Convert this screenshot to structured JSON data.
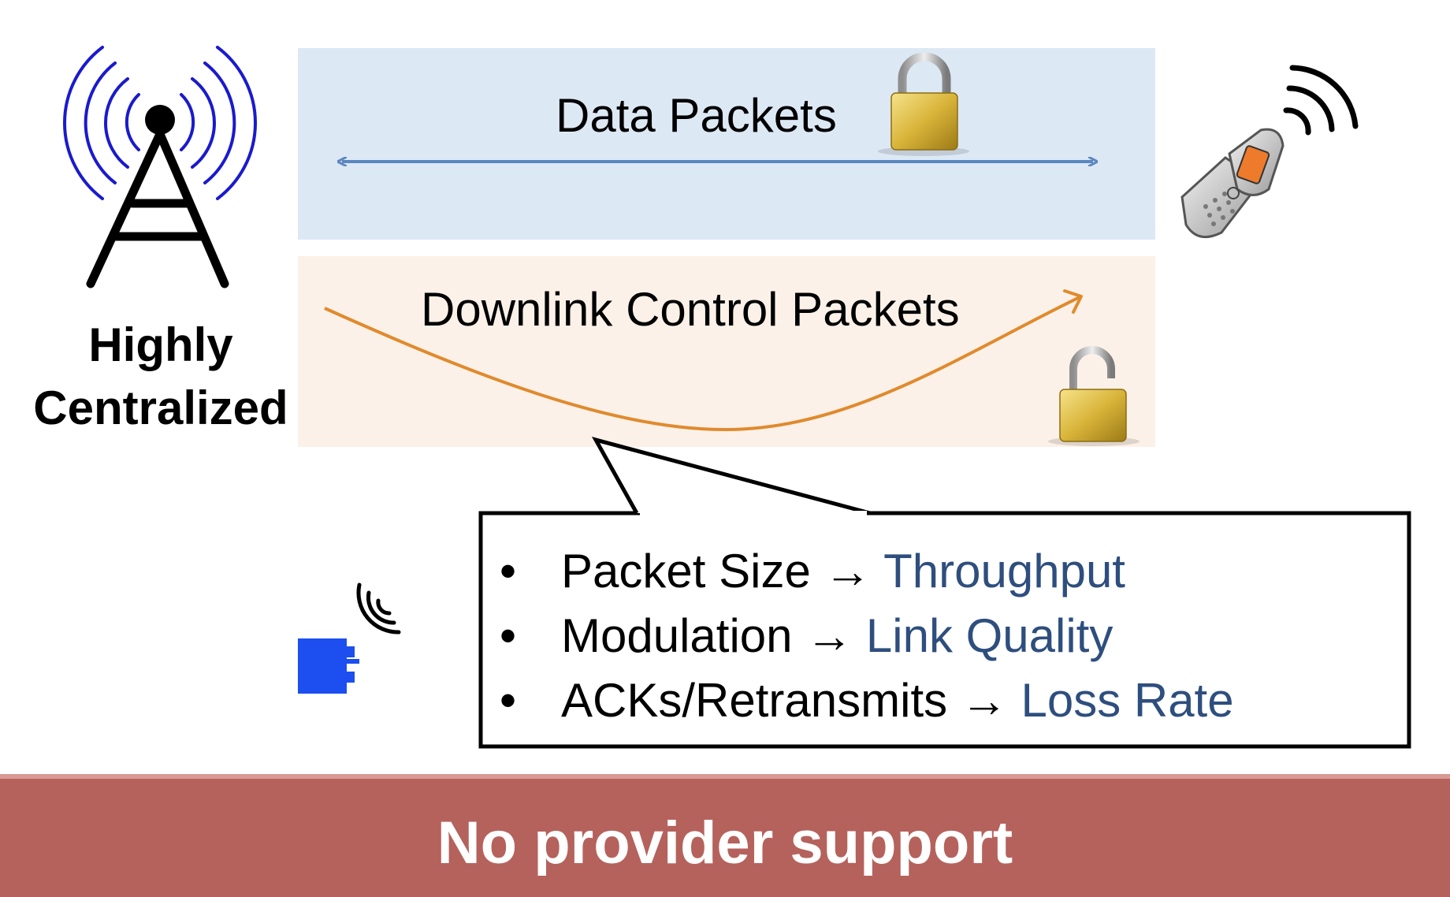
{
  "tower": {
    "label_line1": "Highly",
    "label_line2": "Centralized"
  },
  "data_band": {
    "title": "Data Packets",
    "lock_state": "locked"
  },
  "control_band": {
    "title": "Downlink Control Packets",
    "lock_state": "unlocked"
  },
  "callout": {
    "items": [
      {
        "bullet": "•",
        "feature": "Packet Size",
        "arrow": "→",
        "result": "Throughput"
      },
      {
        "bullet": "•",
        "feature": "Modulation",
        "arrow": "→",
        "result": "Link Quality"
      },
      {
        "bullet": "•",
        "feature": "ACKs/Retransmits",
        "arrow": "→",
        "result": "Loss Rate"
      }
    ]
  },
  "footer": {
    "text": "No provider support"
  },
  "colors": {
    "data_band": "#dde8f5",
    "control_band": "#fcf1e8",
    "data_arrow": "#5b87c0",
    "control_arrow": "#e08a2e",
    "tower_waves": "#1a1acd",
    "result_text": "#2e4e7e",
    "footer_bg": "#b5625c"
  },
  "icons": [
    "cell-tower-icon",
    "padlock-locked-icon",
    "padlock-unlocked-icon",
    "flip-phone-icon",
    "sensor-device-icon",
    "wireless-signal-icon"
  ]
}
